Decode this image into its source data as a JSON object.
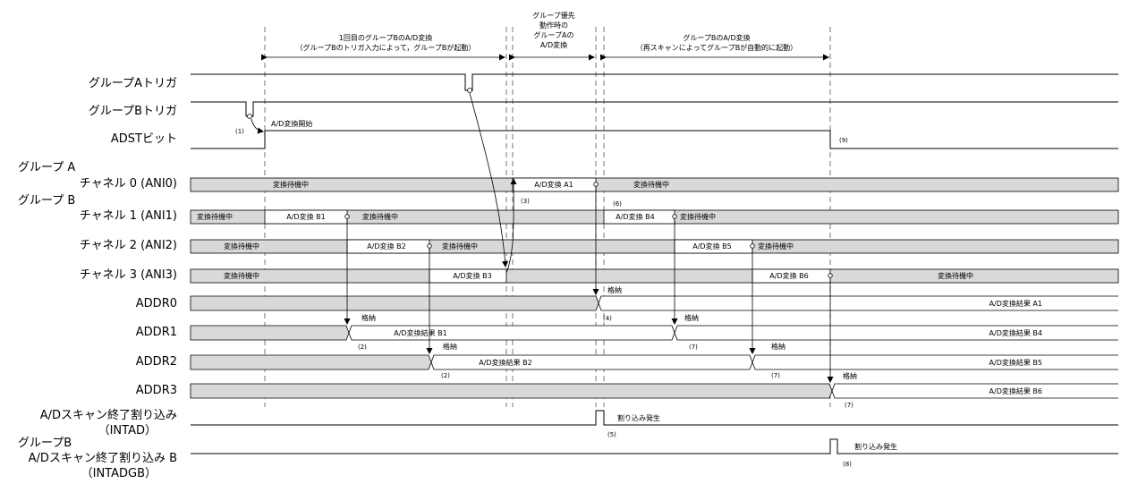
{
  "phases": [
    {
      "lines": [
        "1回目のグループBのA/D変換",
        "（グループBのトリガ入力によって，グループBが起動）"
      ]
    },
    {
      "lines": [
        "グループ優先",
        "動作時の",
        "グループAの",
        "A/D変換"
      ]
    },
    {
      "lines": [
        "グループBのA/D変換",
        "（再スキャンによってグループBが自動的に起動）"
      ]
    }
  ],
  "signals": {
    "group_a_trigger": "グループAトリガ",
    "group_b_trigger": "グループBトリガ",
    "adst": "ADSTビット",
    "group_a": "グループ A",
    "ch0": "チャネル 0 (ANI0)",
    "group_b": "グループ B",
    "ch1": "チャネル 1 (ANI1)",
    "ch2": "チャネル 2 (ANI2)",
    "ch3": "チャネル 3 (ANI3)",
    "addr0": "ADDR0",
    "addr1": "ADDR1",
    "addr2": "ADDR2",
    "addr3": "ADDR3",
    "intad_line1": "A/Dスキャン終了割り込み",
    "intad_line2": "（INTAD）",
    "intadgb_line1": "グループB",
    "intadgb_line2": "A/Dスキャン終了割り込み B",
    "intadgb_line3": "（INTADGB）"
  },
  "labels": {
    "ad_start": "A/D変換開始",
    "wait": "変換待機中",
    "conv_a1": "A/D変換 A1",
    "conv_b1": "A/D変換 B1",
    "conv_b2": "A/D変換 B2",
    "conv_b3": "A/D変換 B3",
    "conv_b4": "A/D変換 B4",
    "conv_b5": "A/D変換 B5",
    "conv_b6": "A/D変換 B6",
    "store": "格納",
    "result_a1": "A/D変換結果 A1",
    "result_b1": "A/D変換結果 B1",
    "result_b2": "A/D変換結果 B2",
    "result_b4": "A/D変換結果 B4",
    "result_b5": "A/D変換結果 B5",
    "result_b6": "A/D変換結果 B6",
    "interrupt": "割り込み発生"
  },
  "notes": [
    "(1)",
    "(2)",
    "(3)",
    "(4)",
    "(5)",
    "(6)",
    "(7)",
    "(8)",
    "(9)"
  ]
}
